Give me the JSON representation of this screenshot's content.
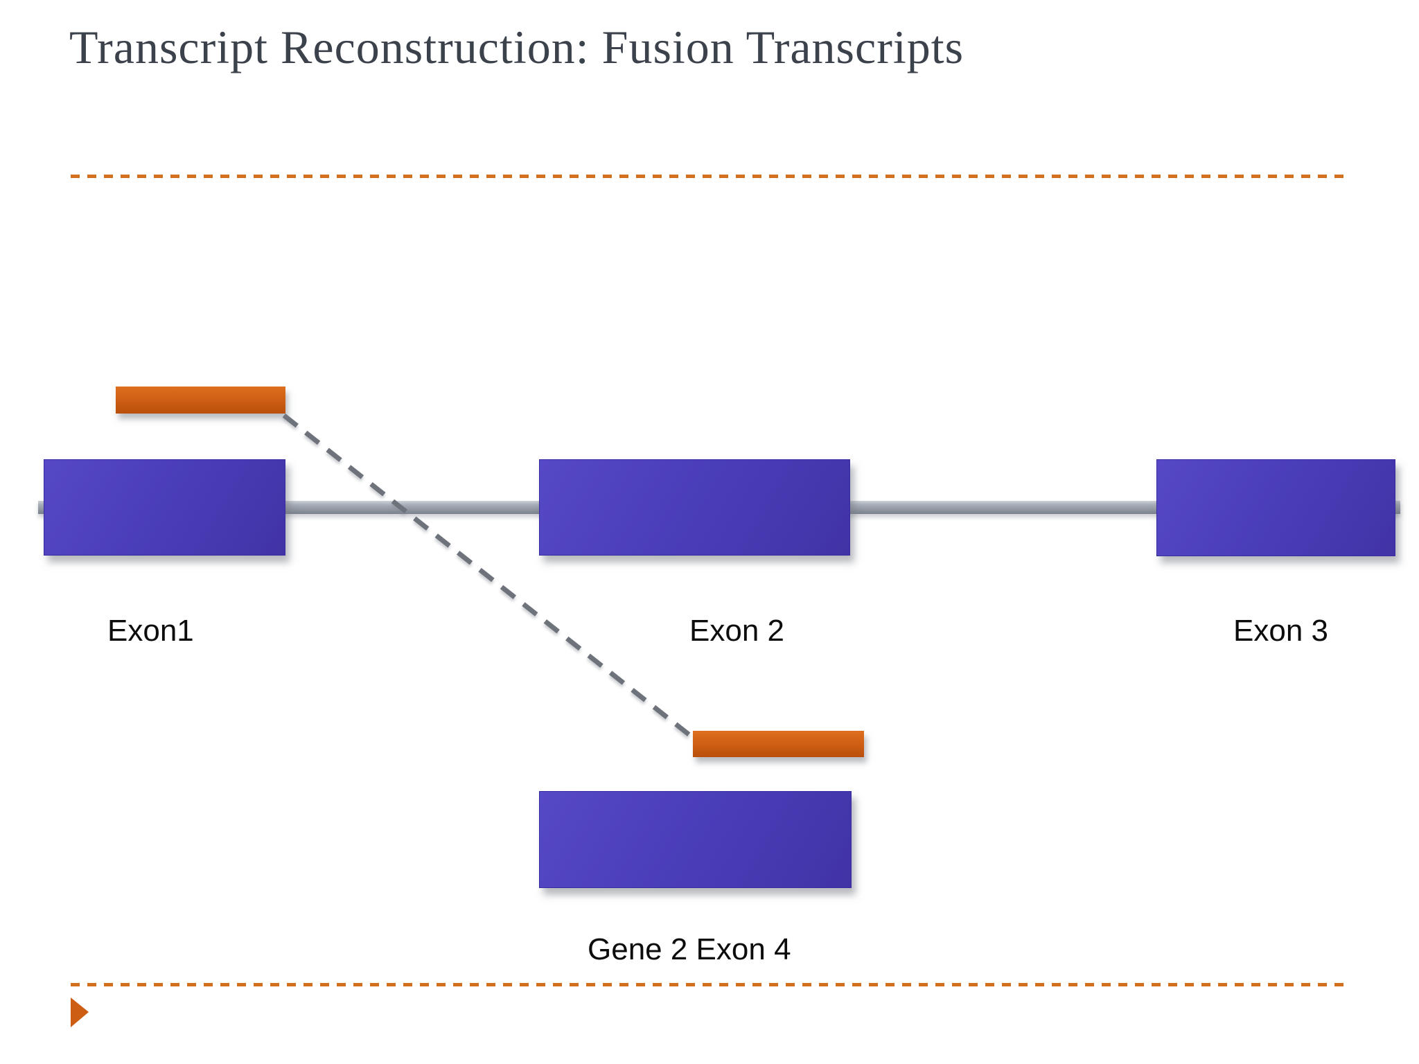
{
  "slide": {
    "title": "Transcript Reconstruction: Fusion Transcripts",
    "labels": {
      "exon1": "Exon1",
      "exon2": "Exon 2",
      "exon3": "Exon 3",
      "gene2_exon4": "Gene 2 Exon 4"
    },
    "colors": {
      "title_text": "#3c424c",
      "divider_orange": "#d2701d",
      "exon_blue": "#4a3db8",
      "fragment_orange": "#cc5d13",
      "intron_gray": "#79818e",
      "connector_gray": "#6d727b",
      "label_text": "#0c0c0c",
      "bg": "#ffffff"
    }
  }
}
